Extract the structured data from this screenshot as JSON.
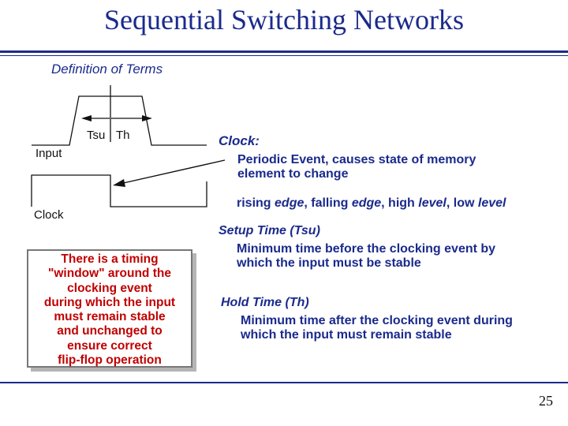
{
  "title": "Sequential Switching Networks",
  "subtitle": "Definition of Terms",
  "diagram": {
    "tsu_label": "Tsu",
    "th_label": "Th",
    "input_label": "Input",
    "clock_label": "Clock"
  },
  "callout": {
    "lines": [
      "There is a timing",
      "\"window\" around the",
      "clocking event",
      "during which the input",
      "must remain stable",
      "and unchanged to",
      "ensure correct",
      "flip-flop operation"
    ]
  },
  "definitions": {
    "clock_term": "Clock:",
    "clock_desc_1": "Periodic Event, causes state of memory",
    "clock_desc_2": "element to change",
    "edges": {
      "rising": "rising",
      "edge1": "edge",
      "falling": ", falling",
      "edge2": "edge",
      "high": ", high",
      "level1": "level",
      "low": ", low",
      "level2": "level"
    },
    "setup_term": "Setup Time (Tsu)",
    "setup_desc_1": "Minimum time before the clocking event by",
    "setup_desc_2": "which the input must be stable",
    "hold_term": "Hold Time (Th)",
    "hold_desc_1": "Minimum time after the clocking event during",
    "hold_desc_2": "which the input must remain stable"
  },
  "page_number": "25",
  "colors": {
    "title": "#1a2a8c",
    "callout_text": "#c00000"
  }
}
